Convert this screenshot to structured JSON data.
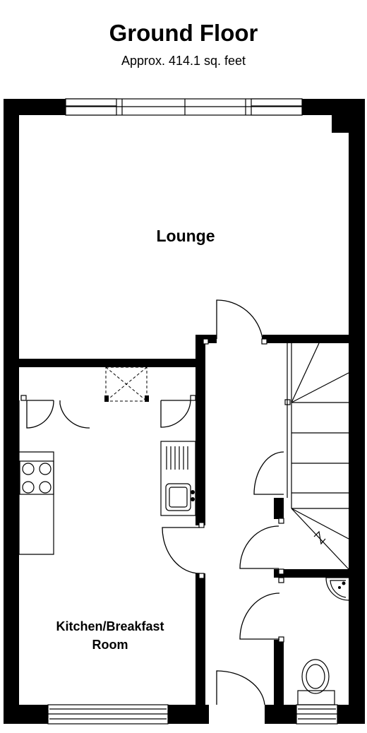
{
  "header": {
    "title": "Ground Floor",
    "area": "Approx. 414.1 sq. feet"
  },
  "rooms": {
    "lounge": "Lounge",
    "kitchen_line1": "Kitchen/Breakfast",
    "kitchen_line2": "Room"
  },
  "colors": {
    "wall": "#000000",
    "background": "#ffffff",
    "fixture_stroke": "#000000"
  }
}
